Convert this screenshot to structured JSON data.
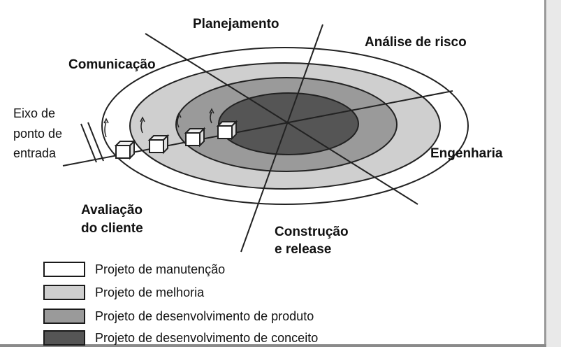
{
  "labels": {
    "planejamento": "Planejamento",
    "analise_risco": "Análise de risco",
    "comunicacao": "Comunicação",
    "engenharia": "Engenharia",
    "eixo": [
      "Eixo de",
      "ponto de",
      "entrada"
    ],
    "avaliacao": [
      "Avaliação",
      "do cliente"
    ],
    "construcao": [
      "Construção",
      "e release"
    ]
  },
  "legend": [
    {
      "label": "Projeto de manutenção",
      "color": "#ffffff"
    },
    {
      "label": "Projeto de melhoria",
      "color": "#cfcfcf"
    },
    {
      "label": "Projeto de desenvolvimento de produto",
      "color": "#9a9a9a"
    },
    {
      "label": "Projeto de desenvolvimento de conceito",
      "color": "#555555"
    }
  ],
  "ring_colors": {
    "outer": "#ffffff",
    "ring2": "#cfcfcf",
    "ring3": "#9a9a9a",
    "inner": "#555555"
  }
}
